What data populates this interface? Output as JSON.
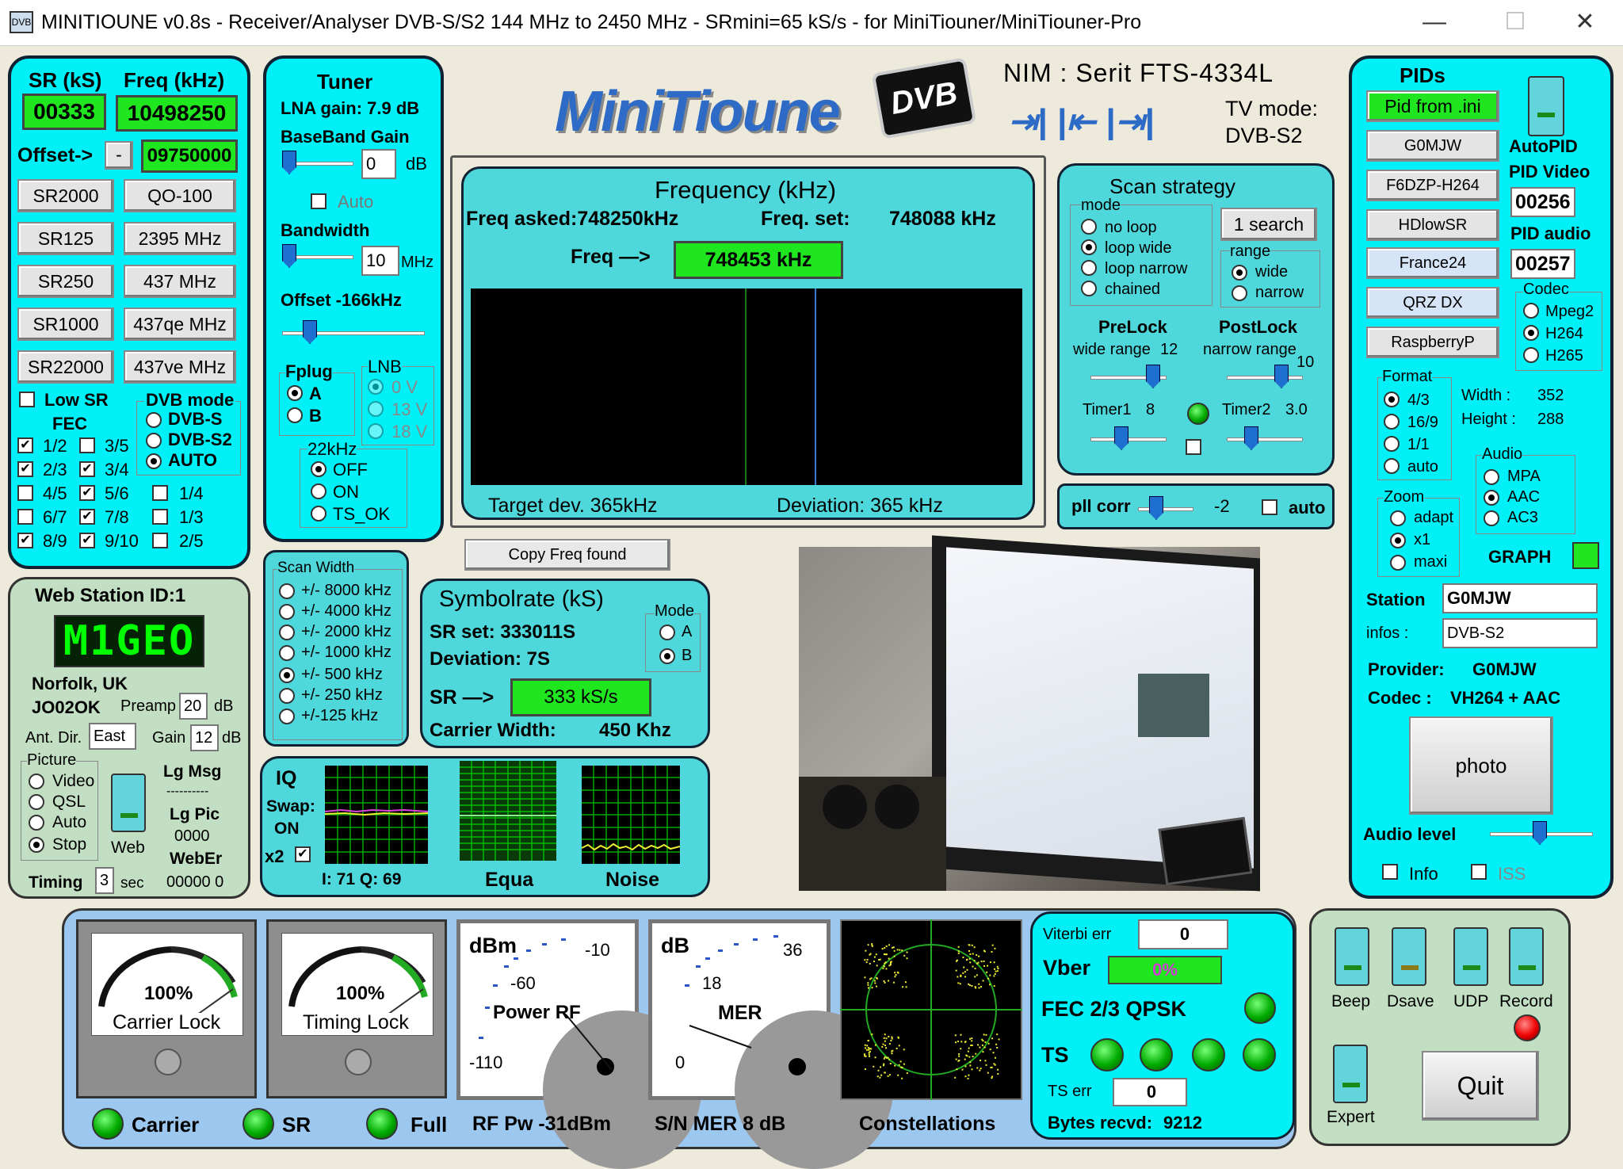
{
  "window": {
    "title": "MINITIOUNE v0.8s - Receiver/Analyser DVB-S/S2 144 MHz to 2450 MHz - SRmini=65 kS/s - for MiniTiouner/MiniTiouner-Pro",
    "icon_label": "DVB"
  },
  "left": {
    "sr_label": "SR (kS)",
    "freq_label": "Freq (kHz)",
    "sr_value": "00333",
    "freq_value": "10498250",
    "offset_label": "Offset->",
    "offset_sign": "-",
    "offset_value": "09750000",
    "sr_buttons": [
      "SR2000",
      "SR125",
      "SR250",
      "SR1000",
      "SR22000"
    ],
    "freq_buttons": [
      "QO-100",
      "2395 MHz",
      "437 MHz",
      "437qe MHz",
      "437ve MHz"
    ],
    "low_sr": "Low SR",
    "dvb_mode": "DVB mode",
    "dvb_options": [
      "DVB-S",
      "DVB-S2",
      "AUTO"
    ],
    "fec": "FEC",
    "fec_items": [
      "1/2",
      "3/5",
      "2/3",
      "3/4",
      "4/5",
      "5/6",
      "1/4",
      "6/7",
      "7/8",
      "1/3",
      "8/9",
      "9/10",
      "2/5"
    ]
  },
  "tuner": {
    "title": "Tuner",
    "lna": "LNA gain: 7.9 dB",
    "bb_label": "BaseBand Gain",
    "bb_value": "0",
    "bb_unit": "dB",
    "auto": "Auto",
    "bw_label": "Bandwidth",
    "bw_value": "10",
    "bw_unit": "MHz",
    "offset": "Offset  -166kHz",
    "fplug": "Fplug",
    "fplug_a": "A",
    "fplug_b": "B",
    "lnb": "LNB",
    "lnb_opts": [
      "0 V",
      "13 V",
      "18 V"
    ],
    "k22": "22kHz",
    "k22_opts": [
      "OFF",
      "ON",
      "TS_OK"
    ]
  },
  "logo": {
    "text": "MiniTioune",
    "badge": "DVB"
  },
  "nim": {
    "label": "NIM : Serit FTS-4334L",
    "tv_mode_label": "TV mode:",
    "tv_mode": "DVB-S2",
    "arrows": "⇥| |⇤ |⇥|"
  },
  "freq": {
    "title": "Frequency (kHz)",
    "asked": "Freq asked:748250kHz",
    "set_label": "Freq. set:",
    "set_value": "748088 kHz",
    "freq_arrow": "Freq —>",
    "freq_value": "748453 kHz",
    "target": "Target dev. 365kHz",
    "deviation": "Deviation: 365 kHz",
    "copy_btn": "Copy Freq found"
  },
  "scan": {
    "title": "Scan strategy",
    "mode": "mode",
    "modes": [
      "no loop",
      "loop wide",
      "loop narrow",
      "chained"
    ],
    "search_btn": "1 search",
    "range": "range",
    "ranges": [
      "wide",
      "narrow"
    ],
    "prelock": "PreLock",
    "postlock": "PostLock",
    "wide_range": "wide range",
    "wide_val": "12",
    "narrow_range": "narrow range",
    "narrow_val": "10",
    "timer1": "Timer1",
    "timer1_val": "8",
    "timer2": "Timer2",
    "timer2_val": "3.0",
    "pll": "pll corr",
    "pll_val": "-2",
    "auto": "auto"
  },
  "pids": {
    "title": "PIDs",
    "buttons": [
      "Pid from .ini",
      "G0MJW",
      "F6DZP-H264",
      "HDlowSR",
      "France24",
      "QRZ DX",
      "RaspberryP"
    ],
    "autopid": "AutoPID",
    "pid_video_label": "PID Video",
    "pid_video": "00256",
    "pid_audio_label": "PID audio",
    "pid_audio": "00257",
    "codec": "Codec",
    "codecs": [
      "Mpeg2",
      "H264",
      "H265"
    ],
    "format": "Format",
    "formats": [
      "4/3",
      "16/9",
      "1/1",
      "auto"
    ],
    "width_label": "Width :",
    "width": "352",
    "height_label": "Height :",
    "height": "288",
    "audio": "Audio",
    "audios": [
      "MPA",
      "AAC",
      "AC3"
    ],
    "zoom": "Zoom",
    "zooms": [
      "adapt",
      "x1",
      "maxi"
    ],
    "graph": "GRAPH",
    "station_label": "Station",
    "station": "G0MJW",
    "infos_label": "infos :",
    "infos": "DVB-S2",
    "provider_label": "Provider:",
    "provider": "G0MJW",
    "codec_label": "Codec :",
    "codec_value": "VH264 + AAC",
    "photo": "photo",
    "audio_level": "Audio level",
    "info": "Info",
    "iss": "ISS"
  },
  "web": {
    "title": "Web Station ID:1",
    "callsign": "M1GEO",
    "location": "Norfolk, UK",
    "locator": "JO02OK",
    "preamp_label": "Preamp",
    "preamp": "20",
    "preamp_unit": "dB",
    "antdir_label": "Ant. Dir.",
    "antdir": "East",
    "gain_label": "Gain",
    "gain": "12",
    "gain_unit": "dB",
    "picture": "Picture",
    "pics": [
      "Video",
      "QSL",
      "Auto",
      "Stop"
    ],
    "web": "Web",
    "lgmsg": "Lg Msg",
    "dashes": "----------",
    "lgpic": "Lg Pic",
    "lgpic_val": "0000",
    "weber": "WebEr",
    "weber_val": "00000  0",
    "timing": "Timing",
    "timing_val": "3",
    "timing_unit": "sec"
  },
  "scanwidth": {
    "title": "Scan Width",
    "opts": [
      "+/- 8000 kHz",
      "+/- 4000 kHz",
      "+/- 2000 kHz",
      "+/- 1000 kHz",
      "+/- 500 kHz",
      "+/- 250 kHz",
      "+/-125 kHz"
    ]
  },
  "symbol": {
    "title": "Symbolrate (kS)",
    "sr_set": "SR set:  333011S",
    "deviation": "Deviation: 7S",
    "sr_arrow": "SR —>",
    "sr_value": "333 kS/s",
    "carrier": "Carrier Width:",
    "carrier_val": "450 Khz",
    "mode": "Mode",
    "mode_a": "A",
    "mode_b": "B"
  },
  "iq": {
    "title": "IQ",
    "swap": "Swap:",
    "on": "ON",
    "x2": "x2",
    "iq_vals": "I: 71  Q: 69",
    "equa": "Equa",
    "noise": "Noise"
  },
  "meters": {
    "carrier_pct": "100%",
    "carrier_lock": "Carrier Lock",
    "timing_pct": "100%",
    "timing_lock": "Timing Lock",
    "dbm": "dBm",
    "rf_m10": "-10",
    "rf_m60": "-60",
    "rf_m110": "-110",
    "power_rf": "Power RF",
    "db": "dB",
    "mer_36": "36",
    "mer_18": "18",
    "mer_0": "0",
    "mer": "MER",
    "carrier": "Carrier",
    "sr": "SR",
    "full": "Full",
    "rf_pw": "RF Pw -31dBm",
    "sn_mer": "S/N MER   8 dB",
    "constellations": "Constellations"
  },
  "status": {
    "viterbi_label": "Viterbi err",
    "viterbi": "0",
    "vber_label": "Vber",
    "vber": "0%",
    "fec": "FEC 2/3 QPSK",
    "ts": "TS",
    "ts_err_label": "TS err",
    "ts_err": "0",
    "bytes_label": "Bytes recvd:",
    "bytes": "9212"
  },
  "controls": {
    "beep": "Beep",
    "dsave": "Dsave",
    "udp": "UDP",
    "record": "Record",
    "expert": "Expert",
    "quit": "Quit"
  }
}
